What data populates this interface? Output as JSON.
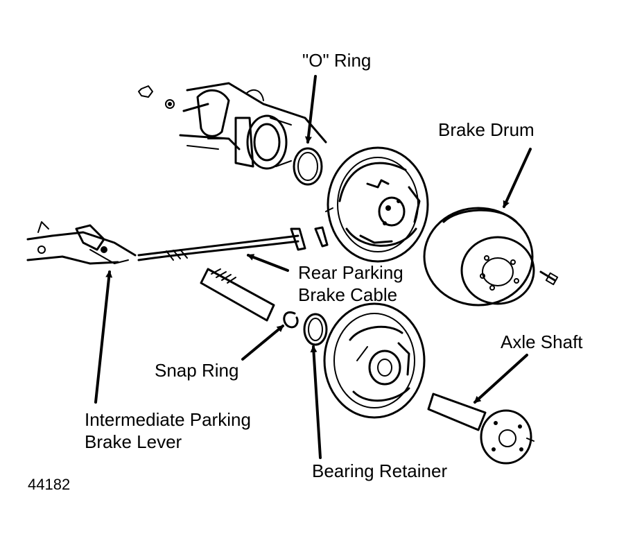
{
  "figure_number": "44182",
  "labels": {
    "o_ring": "\"O\" Ring",
    "brake_drum": "Brake Drum",
    "rear_cable_line1": "Rear Parking",
    "rear_cable_line2": "Brake Cable",
    "axle_shaft": "Axle Shaft",
    "snap_ring": "Snap Ring",
    "intermediate_line1": "Intermediate Parking",
    "intermediate_line2": "Brake Lever",
    "bearing_retainer": "Bearing Retainer"
  },
  "colors": {
    "ink": "#000000",
    "background": "#ffffff"
  }
}
